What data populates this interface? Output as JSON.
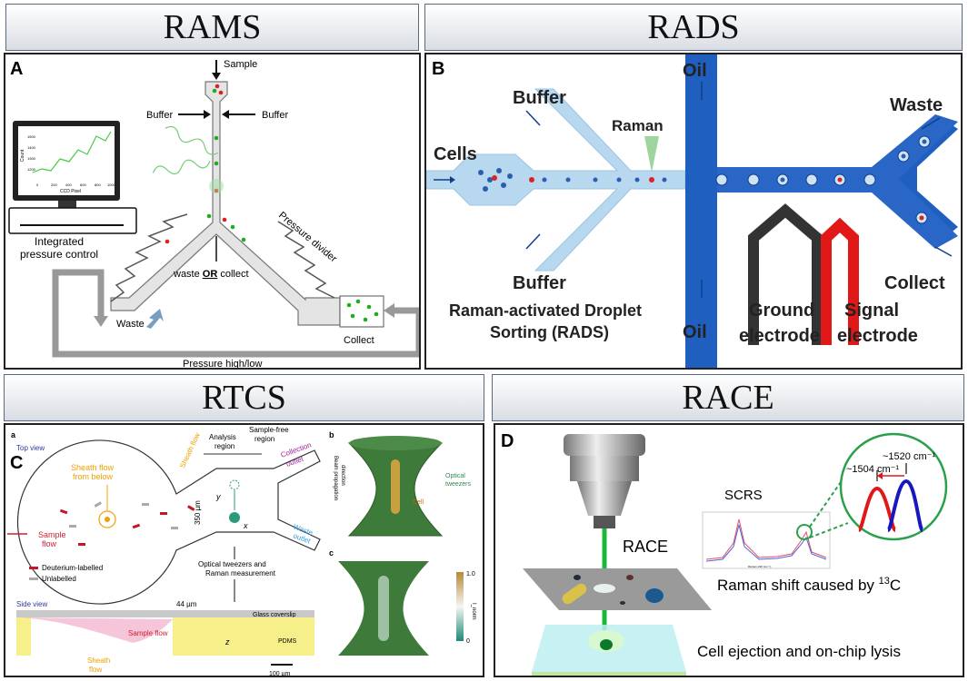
{
  "headers": {
    "rams": "RAMS",
    "rads": "RADS",
    "rtcs": "RTCS",
    "race": "RACE"
  },
  "rams": {
    "panel_letter": "A",
    "sample": "Sample",
    "buffer_left": "Buffer",
    "buffer_right": "Buffer",
    "integrated": "Integrated",
    "pressure_control": "pressure control",
    "pressure_divider": "Pressure divider",
    "waste_or": "waste ",
    "or": "OR",
    "collect_word": " collect",
    "waste": "Waste",
    "collect": "Collect",
    "pressure_hl": "Pressure high/low",
    "ylabel": "Count",
    "xlabel": "CCD Pixel",
    "ticks_y": [
      "1500",
      "1400",
      "1300",
      "1200"
    ],
    "ticks_x": [
      "0",
      "200",
      "400",
      "600",
      "800",
      "1000"
    ]
  },
  "rads": {
    "panel_letter": "B",
    "oil_top": "Oil",
    "oil_bottom": "Oil",
    "buffer_top": "Buffer",
    "buffer_bottom": "Buffer",
    "raman": "Raman",
    "cells": "Cells",
    "waste": "Waste",
    "collect": "Collect",
    "title_line1": "Raman-activated Droplet",
    "title_line2": "Sorting (RADS)",
    "ground1": "Ground",
    "ground2": "electrode",
    "signal1": "Signal",
    "signal2": "electrode"
  },
  "rtcs": {
    "panel_letter": "C",
    "a": "a",
    "b": "b",
    "c": "c",
    "top_view": "Top view",
    "sheath_below1": "Sheath flow",
    "sheath_below2": "from below",
    "sample_flow1": "Sample",
    "sample_flow2": "flow",
    "sheath_flow": "Sheath flow",
    "analysis1": "Analysis",
    "analysis2": "region",
    "samplefree1": "Sample-free",
    "samplefree2": "region",
    "collection1": "Collection",
    "collection2": "outlet",
    "waste1": "Waste",
    "waste2": "outlet",
    "dim350": "350 µm",
    "y": "y",
    "x": "x",
    "legend_deut": "Deuterium-labelled",
    "legend_unl": "Unlabelled",
    "optical1": "Optical tweezers and",
    "optical2": "Raman measurement",
    "side_view": "Side view",
    "dim44": "44 µm",
    "glass": "Glass coverslip",
    "sampleflow": "Sample flow",
    "pdms": "PDMS",
    "z": "z",
    "sheath_bottom1": "Sheath",
    "sheath_bottom2": "flow",
    "scale": "100 µm",
    "beam1": "Beam propagation",
    "beam2": "direction",
    "tweezers1": "Optical",
    "tweezers2": "tweezers",
    "cell": "Cell",
    "cb_max": "1.0",
    "cb_min": "0",
    "cb_label": "I_norm"
  },
  "race": {
    "panel_letter": "D",
    "race": "RACE",
    "scrs": "SCRS",
    "peak1": "~1520 cm⁻¹",
    "peak2": "~1504 cm⁻¹",
    "raman_shift": "Raman shift caused by ",
    "sup": "13",
    "c": "C",
    "ejection": "Cell ejection and on-chip lysis",
    "xaxis": "Raman shift (cm⁻¹)"
  }
}
